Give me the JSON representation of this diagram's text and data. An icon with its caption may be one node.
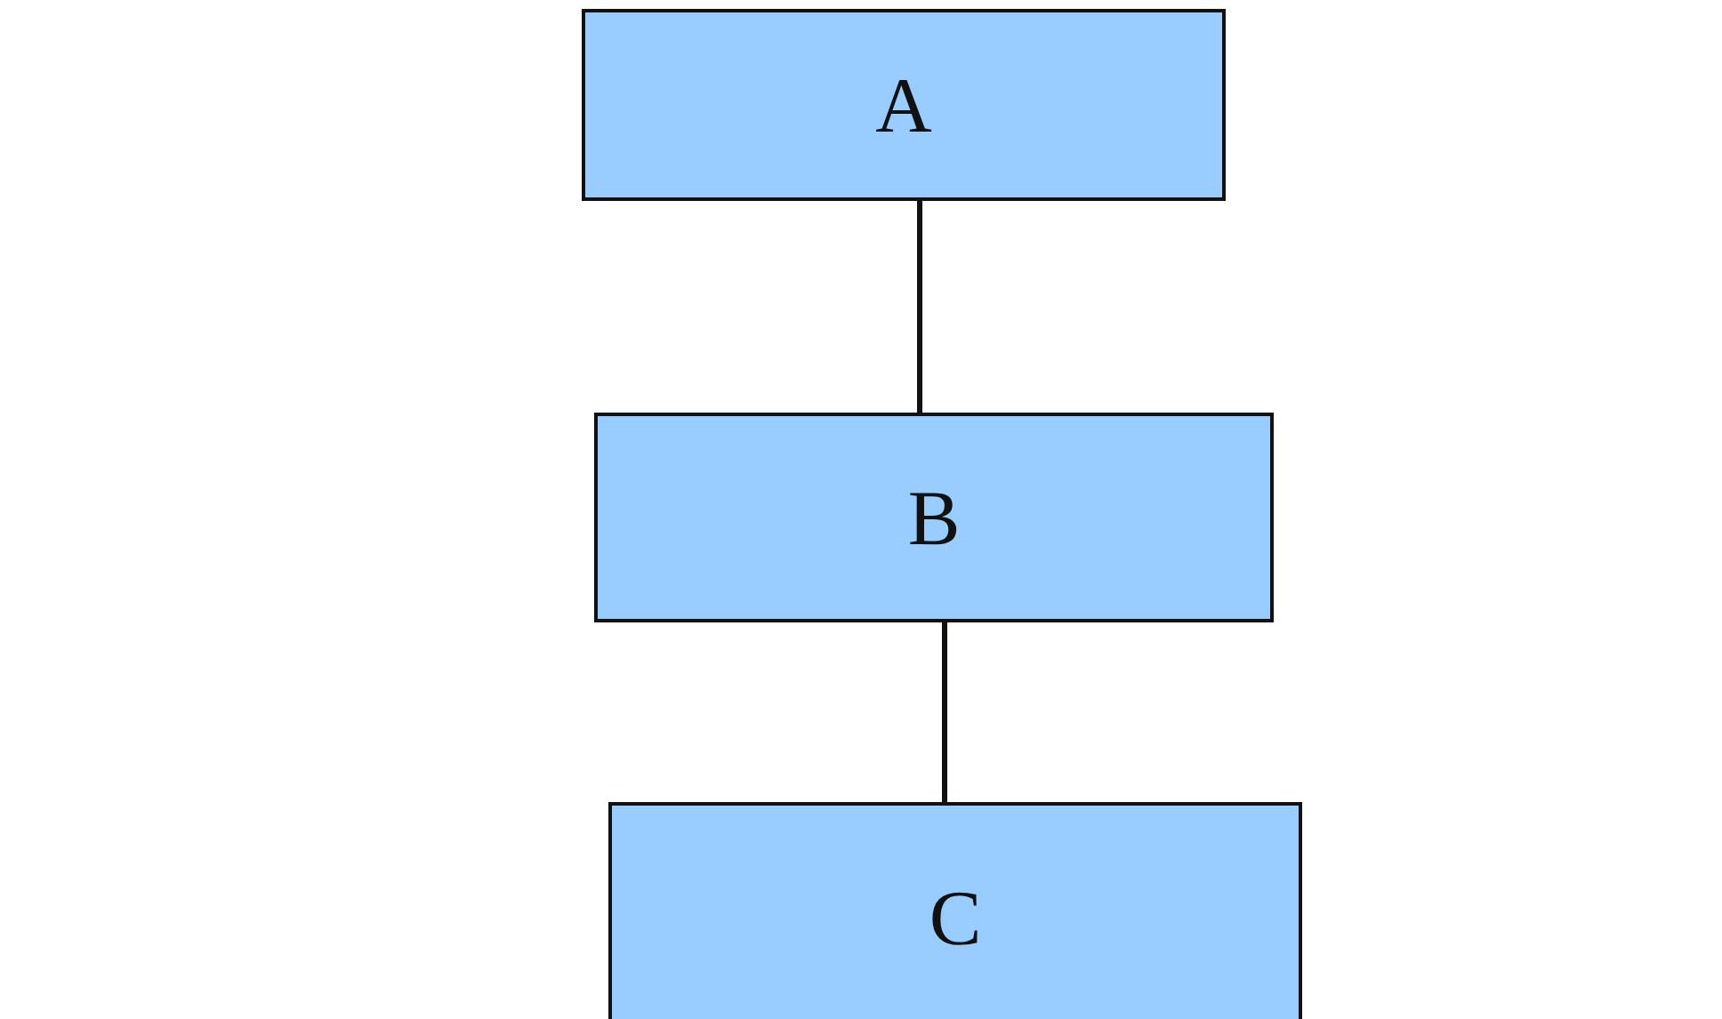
{
  "diagram": {
    "nodes": [
      {
        "text": [
          "A"
        ]
      },
      {
        "text": [
          "B"
        ]
      },
      {
        "text": [
          "C"
        ]
      }
    ],
    "edges": [
      {
        "from": 0,
        "to": 1,
        "arrow": "none"
      },
      {
        "from": 1,
        "to": 2,
        "arrow": "none"
      }
    ]
  }
}
